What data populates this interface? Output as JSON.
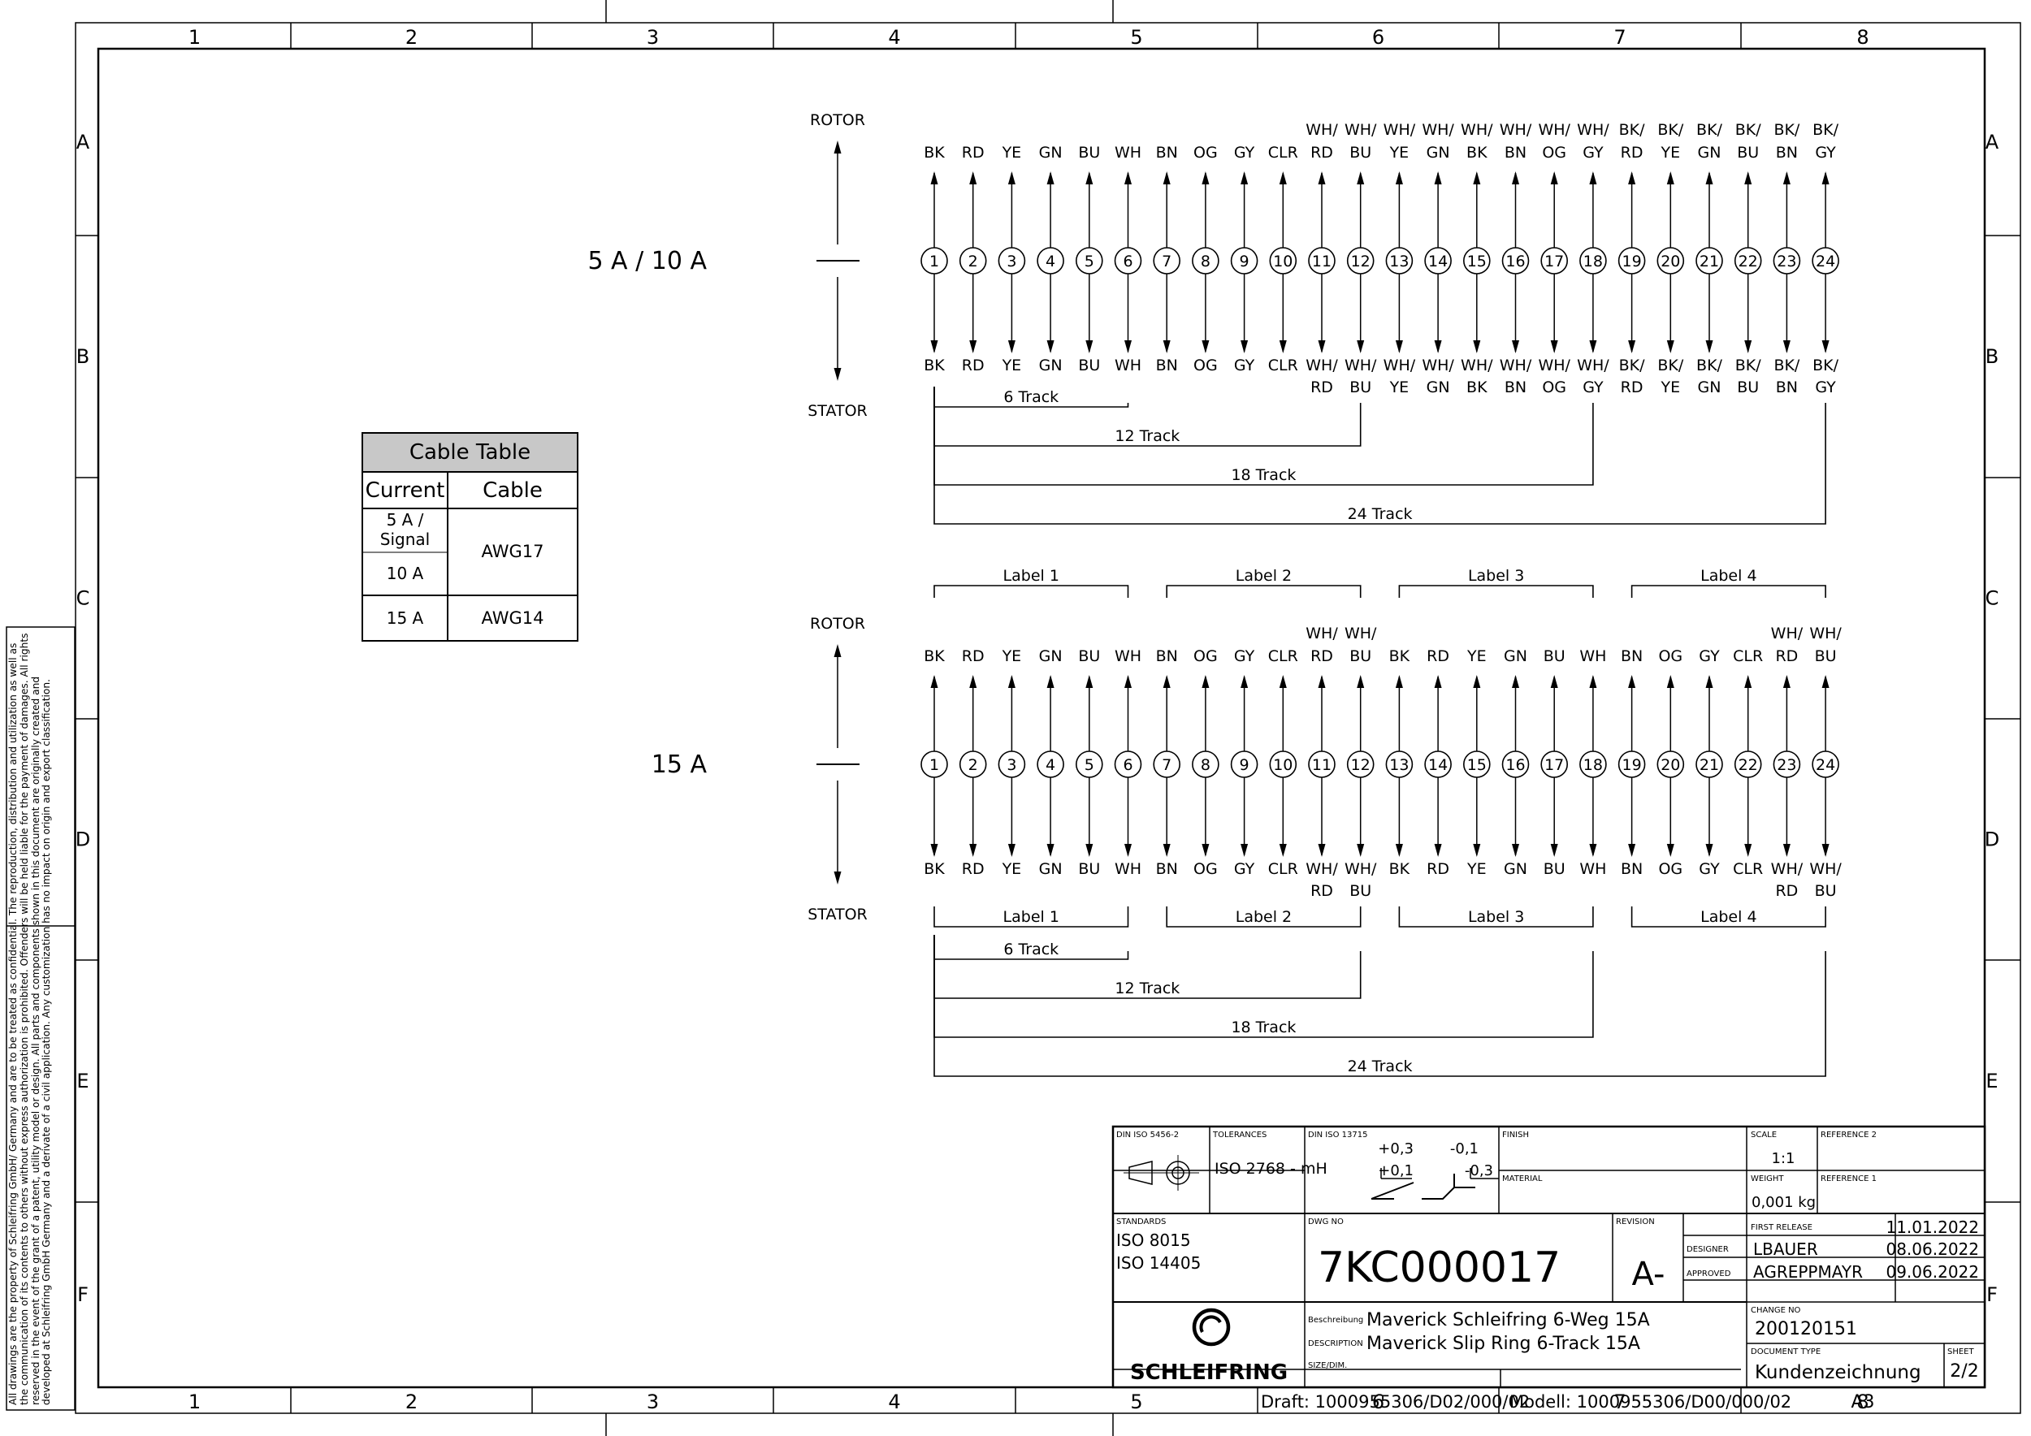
{
  "frame": {
    "columns": [
      "1",
      "2",
      "3",
      "4",
      "5",
      "6",
      "7",
      "8"
    ],
    "rows": [
      "A",
      "B",
      "C",
      "D",
      "E",
      "F"
    ]
  },
  "side_note": "All drawings are the property of Schleifring GmbH/ Germany and are to be treated as confidential. The reproduction, distribution and utilization as well as the communication of its contents to others without express authorization is prohibited. Offenders will be held liable for the payment of damages. All rights reserved in the event of the grant of a patent, utility model or design. All parts and components shown in this document are originally created and developed at Schleifring GmbH Germany and a derivate of a civil application. Any customization has no impact on origin and export classification.",
  "cable_table": {
    "title": "Cable Table",
    "headers": [
      "Current",
      "Cable"
    ],
    "rows": [
      {
        "current": "5 A / Signal",
        "cable": "AWG17"
      },
      {
        "current": "10 A",
        "cable": ""
      },
      {
        "current": "15 A",
        "cable": "AWG14"
      }
    ]
  },
  "diagram_top": {
    "current_label": "5 A / 10 A",
    "rotor_label": "ROTOR",
    "stator_label": "STATOR",
    "rings": [
      "1",
      "2",
      "3",
      "4",
      "5",
      "6",
      "7",
      "8",
      "9",
      "10",
      "11",
      "12",
      "13",
      "14",
      "15",
      "16",
      "17",
      "18",
      "19",
      "20",
      "21",
      "22",
      "23",
      "24"
    ],
    "wires_top_line1": [
      "",
      "",
      "",
      "",
      "",
      "",
      "",
      "",
      "",
      "",
      "WH/",
      "WH/",
      "WH/",
      "WH/",
      "WH/",
      "WH/",
      "WH/",
      "WH/",
      "BK/",
      "BK/",
      "BK/",
      "BK/",
      "BK/",
      "BK/"
    ],
    "wires_top_line2": [
      "BK",
      "RD",
      "YE",
      "GN",
      "BU",
      "WH",
      "BN",
      "OG",
      "GY",
      "CLR",
      "RD",
      "BU",
      "YE",
      "GN",
      "BK",
      "BN",
      "OG",
      "GY",
      "RD",
      "YE",
      "GN",
      "BU",
      "BN",
      "GY"
    ],
    "wires_bottom_line1": [
      "BK",
      "RD",
      "YE",
      "GN",
      "BU",
      "WH",
      "BN",
      "OG",
      "GY",
      "CLR",
      "WH/",
      "WH/",
      "WH/",
      "WH/",
      "WH/",
      "WH/",
      "WH/",
      "WH/",
      "BK/",
      "BK/",
      "BK/",
      "BK/",
      "BK/",
      "BK/"
    ],
    "wires_bottom_line2": [
      "",
      "",
      "",
      "",
      "",
      "",
      "",
      "",
      "",
      "",
      "RD",
      "BU",
      "YE",
      "GN",
      "BK",
      "BN",
      "OG",
      "GY",
      "RD",
      "YE",
      "GN",
      "BU",
      "BN",
      "GY"
    ],
    "tracks": [
      "6 Track",
      "12 Track",
      "18 Track",
      "24 Track"
    ]
  },
  "diagram_bottom": {
    "current_label": "15 A",
    "rotor_label": "ROTOR",
    "stator_label": "STATOR",
    "rings": [
      "1",
      "2",
      "3",
      "4",
      "5",
      "6",
      "7",
      "8",
      "9",
      "10",
      "11",
      "12",
      "13",
      "14",
      "15",
      "16",
      "17",
      "18",
      "19",
      "20",
      "21",
      "22",
      "23",
      "24"
    ],
    "wires_top_line1": [
      "",
      "",
      "",
      "",
      "",
      "",
      "",
      "",
      "",
      "",
      "WH/",
      "WH/",
      "",
      "",
      "",
      "",
      "",
      "",
      "",
      "",
      "",
      "",
      "WH/",
      "WH/"
    ],
    "wires_top_line2": [
      "BK",
      "RD",
      "YE",
      "GN",
      "BU",
      "WH",
      "BN",
      "OG",
      "GY",
      "CLR",
      "RD",
      "BU",
      "BK",
      "RD",
      "YE",
      "GN",
      "BU",
      "WH",
      "BN",
      "OG",
      "GY",
      "CLR",
      "RD",
      "BU"
    ],
    "wires_bottom_line1": [
      "BK",
      "RD",
      "YE",
      "GN",
      "BU",
      "WH",
      "BN",
      "OG",
      "GY",
      "CLR",
      "WH/",
      "WH/",
      "BK",
      "RD",
      "YE",
      "GN",
      "BU",
      "WH",
      "BN",
      "OG",
      "GY",
      "CLR",
      "WH/",
      "WH/"
    ],
    "wires_bottom_line2": [
      "",
      "",
      "",
      "",
      "",
      "",
      "",
      "",
      "",
      "",
      "RD",
      "BU",
      "",
      "",
      "",
      "",
      "",
      "",
      "",
      "",
      "",
      "",
      "RD",
      "BU"
    ],
    "labels": [
      "Label 1",
      "Label 2",
      "Label 3",
      "Label 4"
    ],
    "tracks": [
      "6 Track",
      "12 Track",
      "18 Track",
      "24 Track"
    ]
  },
  "title_block": {
    "din_5456_label": "DIN ISO 5456-2",
    "tolerances_label": "TOLERANCES",
    "tolerances_value": "ISO 2768 - mH",
    "din_13715_label": "DIN ISO 13715",
    "edge_plus_03": "+0,3",
    "edge_minus_01": "-0,1",
    "edge_plus_01": "+0,1",
    "edge_minus_03": "-0,3",
    "finish_label": "FINISH",
    "material_label": "MATERIAL",
    "scale_label": "SCALE",
    "scale_value": "1:1",
    "reference2_label": "REFERENCE 2",
    "weight_label": "WEIGHT",
    "weight_value": "0,001 kg",
    "reference1_label": "REFERENCE 1",
    "standards_label": "STANDARDS",
    "standards": [
      "ISO 8015",
      "ISO 14405"
    ],
    "dwg_no_label": "DWG NO",
    "dwg_no": "7KC000017",
    "revision_label": "REVISION",
    "revision": "A-",
    "first_release_label": "FIRST RELEASE",
    "first_release_date": "11.01.2022",
    "designer_label": "DESIGNER",
    "designer": "LBAUER",
    "designer_date": "08.06.2022",
    "approved_label": "APPROVED",
    "approved": "AGREPPMAYR",
    "approved_date": "09.06.2022",
    "beschreibung_label": "Beschreibung",
    "beschreibung": "Maverick Schleifring 6-Weg 15A",
    "description_label": "DESCRIPTION",
    "description": "Maverick Slip Ring 6-Track 15A",
    "size_label": "SIZE/DIM.",
    "change_no_label": "CHANGE NO",
    "change_no": "200120151",
    "document_type_label": "DOCUMENT TYPE",
    "document_type": "Kundenzeichnung",
    "sheet_label": "SHEET",
    "sheet": "2/2",
    "company": "SCHLEIFRING",
    "draft": "Draft: 1000955306/D02/000/02",
    "modell": "Modell: 1000955306/D00/000/02",
    "format": "A3"
  }
}
